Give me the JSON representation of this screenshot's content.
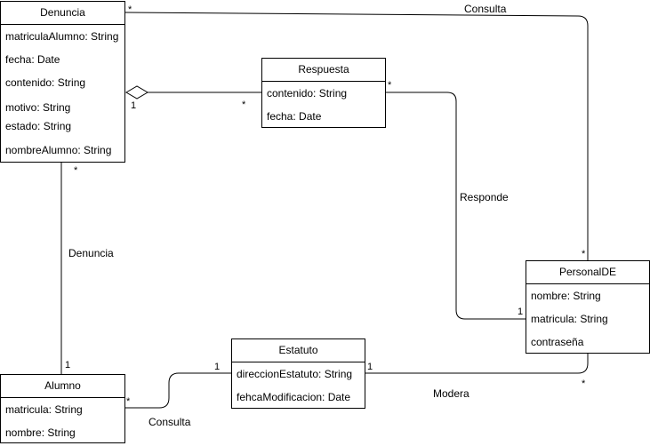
{
  "classes": {
    "denuncia": {
      "name": "Denuncia",
      "attributes": [
        "matriculaAlumno: String",
        "fecha: Date",
        "contenido: String",
        "motivo: String",
        "estado: String",
        "nombreAlumno: String"
      ]
    },
    "respuesta": {
      "name": "Respuesta",
      "attributes": [
        "contenido: String",
        "fecha: Date"
      ]
    },
    "personal": {
      "name": "PersonalDE",
      "attributes": [
        "nombre: String",
        "matricula: String",
        "contraseña"
      ]
    },
    "alumno": {
      "name": "Alumno",
      "attributes": [
        "matricula: String",
        "nombre: String"
      ]
    },
    "estatuto": {
      "name": "Estatuto",
      "attributes": [
        "direccionEstatuto: String",
        "fehcaModificacion: Date"
      ]
    }
  },
  "associations": {
    "consulta_top": {
      "label": "Consulta",
      "mult_start": "*",
      "mult_end": "*"
    },
    "aggregation": {
      "label": "",
      "mult_start": "1",
      "mult_end": "*"
    },
    "responde": {
      "label": "Responde",
      "mult_start": "*",
      "mult_end": "1"
    },
    "denuncia_assoc": {
      "label": "Denuncia",
      "mult_start": "*",
      "mult_end": "1"
    },
    "consulta_bottom": {
      "label": "Consulta",
      "mult_start": "*",
      "mult_end": "1"
    },
    "modera": {
      "label": "Modera",
      "mult_start": "1",
      "mult_end": "*"
    }
  }
}
